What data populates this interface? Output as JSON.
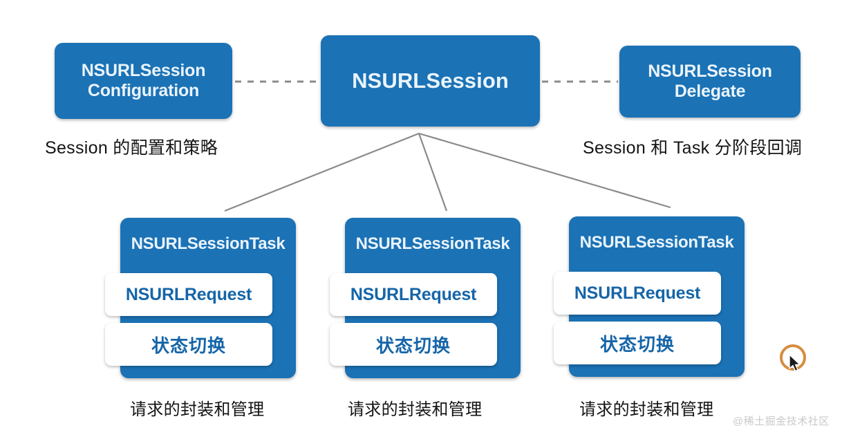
{
  "diagram": {
    "title": "NSURLSession architecture",
    "accent_blue": "#1b72b5",
    "inner_text_blue": "#1565a8",
    "line_gray": "#7d7d7d",
    "cursor_ring_color": "#d2832e"
  },
  "top_row": {
    "left": {
      "label": "NSURLSession\nConfiguration",
      "caption": "Session 的配置和策略"
    },
    "center": {
      "label": "NSURLSession"
    },
    "right": {
      "label": "NSURLSession\nDelegate",
      "caption": "Session 和 Task 分阶段回调"
    }
  },
  "tasks": [
    {
      "title": "NSURLSessionTask",
      "request_label": "NSURLRequest",
      "state_label": "状态切换",
      "caption": "请求的封装和管理"
    },
    {
      "title": "NSURLSessionTask",
      "request_label": "NSURLRequest",
      "state_label": "状态切换",
      "caption": "请求的封装和管理"
    },
    {
      "title": "NSURLSessionTask",
      "request_label": "NSURLRequest",
      "state_label": "状态切换",
      "caption": "请求的封装和管理"
    }
  ],
  "watermark": {
    "text": "@稀土掘金技术社区"
  }
}
